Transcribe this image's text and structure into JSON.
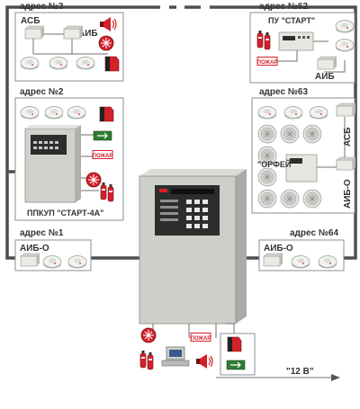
{
  "colors": {
    "bus": "#4a4f52",
    "panel": "#c9ccc6",
    "panel_dark": "#2b2e2c",
    "alarm_red": "#d4202a",
    "frame": "#8a8f93"
  },
  "zones": {
    "addr3": {
      "address": "адрес №3",
      "labels": [
        "АСБ",
        "АИБ"
      ]
    },
    "addr2": {
      "address": "адрес №2",
      "device": "ППКУП \"СТАРТ-4А\"",
      "fire_sign": "ПОЖАР"
    },
    "addr1": {
      "address": "адрес №1",
      "device": "АИБ-О"
    },
    "addr62": {
      "address": "адрес №62",
      "device": "ПУ \"СТАРТ\"",
      "labels": [
        "АИБ"
      ],
      "fire_sign": "ПОЖАР"
    },
    "addr63": {
      "address": "адрес №63",
      "device": "\"ОРФЕЙ\"",
      "labels": [
        "АСБ",
        "АИБ-О"
      ]
    },
    "addr64": {
      "address": "адрес №64",
      "device": "АИБ-О"
    }
  },
  "bottom": {
    "fire_sign": "ПОЖАР",
    "power": "\"12 В\""
  },
  "icons": [
    "smoke-detector-icon",
    "siren-icon",
    "extinguisher-icon",
    "fire-sign-icon",
    "computer-icon",
    "loudspeaker-icon",
    "exit-sign-icon",
    "fire-bell-icon",
    "cylinders-icon"
  ]
}
